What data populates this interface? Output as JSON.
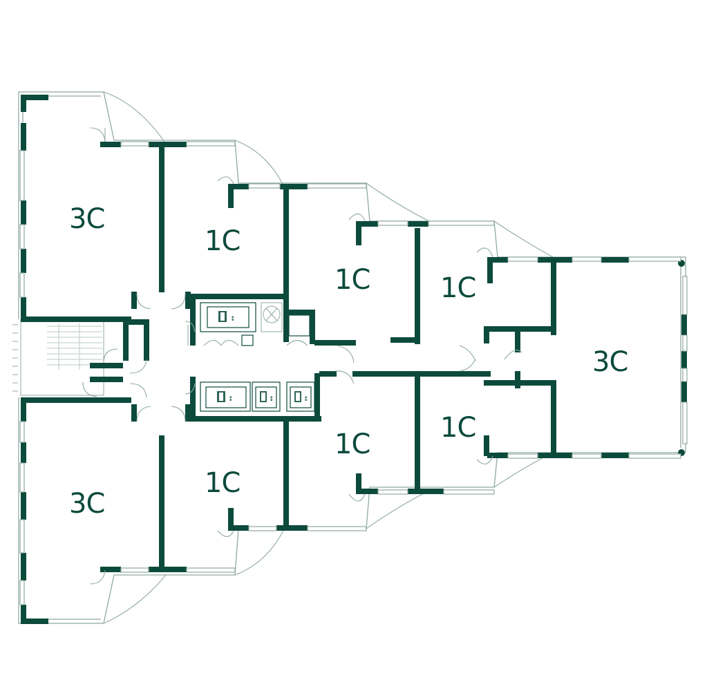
{
  "floor_plan": {
    "units": [
      {
        "id": "unit-3c-top-left",
        "label": "3C"
      },
      {
        "id": "unit-1c-top-1",
        "label": "1C"
      },
      {
        "id": "unit-1c-top-2",
        "label": "1C"
      },
      {
        "id": "unit-1c-top-3",
        "label": "1C"
      },
      {
        "id": "unit-3c-right",
        "label": "3C"
      },
      {
        "id": "unit-1c-bottom-3",
        "label": "1C"
      },
      {
        "id": "unit-1c-bottom-2",
        "label": "1C"
      },
      {
        "id": "unit-1c-bottom-1",
        "label": "1C"
      },
      {
        "id": "unit-3c-bottom-left",
        "label": "3C"
      }
    ],
    "colors": {
      "wall": "#0c4a3c",
      "thin_line": "#8fa9a1",
      "background": "#ffffff"
    },
    "icons": [
      "elevator-icon",
      "wheelchair-lift-icon",
      "stair-icon",
      "door-icon"
    ]
  }
}
